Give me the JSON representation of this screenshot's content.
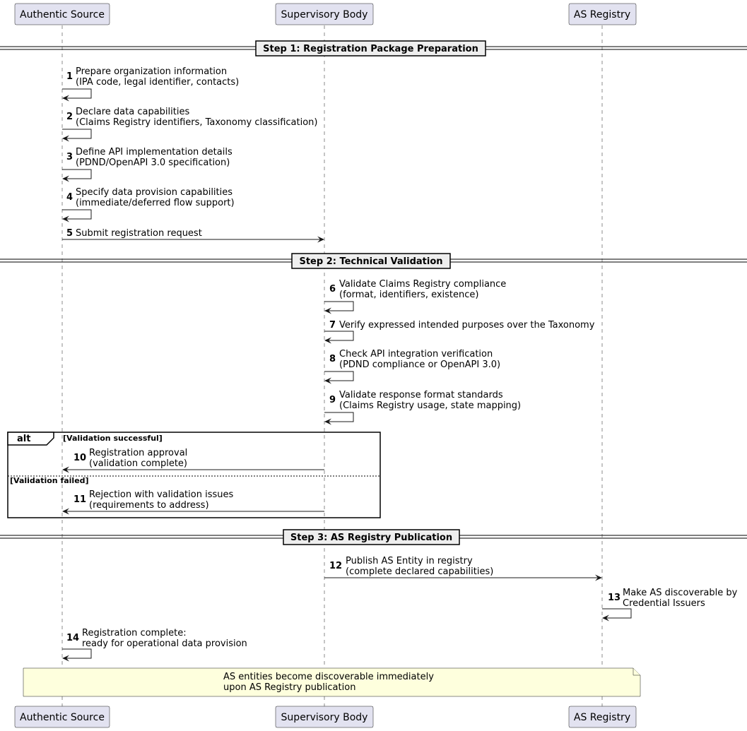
{
  "participants": [
    "Authentic Source",
    "Supervisory Body",
    "AS Registry"
  ],
  "dividers": [
    "Step 1: Registration Package Preparation",
    "Step 2: Technical Validation",
    "Step 3: AS Registry Publication"
  ],
  "messages": [
    {
      "num": "1",
      "lines": [
        "Prepare organization information",
        "(IPA code, legal identifier, contacts)"
      ]
    },
    {
      "num": "2",
      "lines": [
        "Declare data capabilities",
        "(Claims Registry identifiers, Taxonomy classification)"
      ]
    },
    {
      "num": "3",
      "lines": [
        "Define API implementation details",
        "(PDND/OpenAPI 3.0 specification)"
      ]
    },
    {
      "num": "4",
      "lines": [
        "Specify data provision capabilities",
        "(immediate/deferred flow support)"
      ]
    },
    {
      "num": "5",
      "lines": [
        "Submit registration request"
      ]
    },
    {
      "num": "6",
      "lines": [
        "Validate Claims Registry compliance",
        "(format, identifiers, existence)"
      ]
    },
    {
      "num": "7",
      "lines": [
        "Verify expressed intended purposes over the Taxonomy"
      ]
    },
    {
      "num": "8",
      "lines": [
        "Check API integration verification",
        "(PDND compliance or OpenAPI 3.0)"
      ]
    },
    {
      "num": "9",
      "lines": [
        "Validate response format standards",
        "(Claims Registry usage, state mapping)"
      ]
    },
    {
      "num": "10",
      "lines": [
        "Registration approval",
        "(validation complete)"
      ]
    },
    {
      "num": "11",
      "lines": [
        "Rejection with validation issues",
        "(requirements to address)"
      ]
    },
    {
      "num": "12",
      "lines": [
        "Publish AS Entity in registry",
        "(complete declared capabilities)"
      ]
    },
    {
      "num": "13",
      "lines": [
        "Make AS discoverable by",
        "Credential Issuers"
      ]
    },
    {
      "num": "14",
      "lines": [
        "Registration complete:",
        "ready for operational data provision"
      ]
    }
  ],
  "alt": {
    "label": "alt",
    "guards": [
      "[Validation successful]",
      "[Validation failed]"
    ]
  },
  "note": {
    "lines": [
      "AS entities become discoverable immediately",
      "upon AS Registry publication"
    ]
  },
  "colors": {
    "participant_fill": "#E2E2F0",
    "divider_fill": "#EEEEEE",
    "note_fill": "#FEFFDD",
    "line": "#181818"
  }
}
